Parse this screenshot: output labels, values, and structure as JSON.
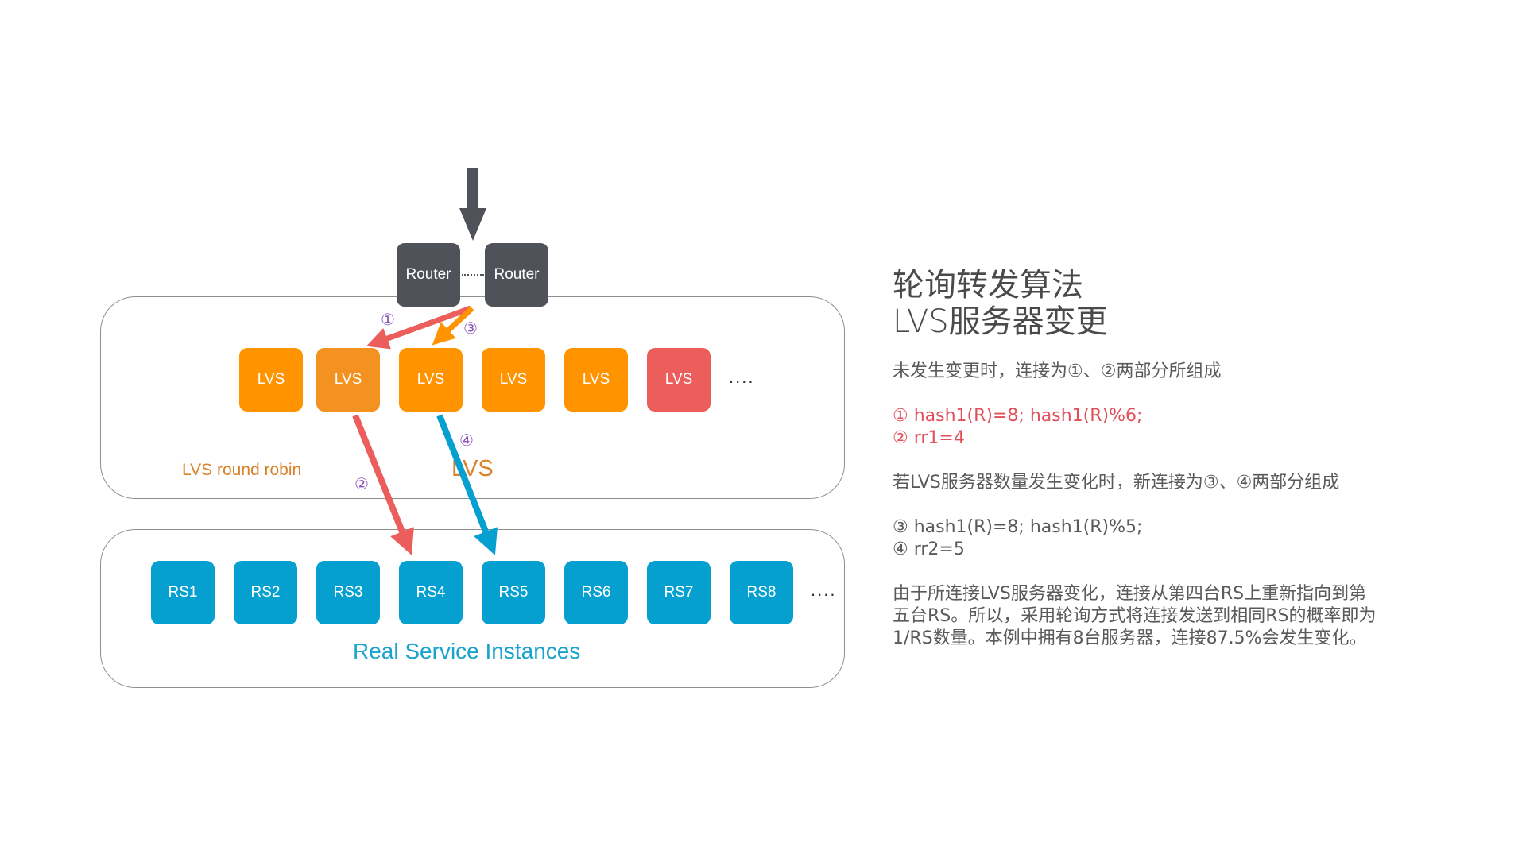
{
  "diagram": {
    "routers": [
      "Router",
      "Router"
    ],
    "lvs_nodes": [
      {
        "label": "LVS",
        "state": "normal"
      },
      {
        "label": "LVS",
        "state": "selected"
      },
      {
        "label": "LVS",
        "state": "normal"
      },
      {
        "label": "LVS",
        "state": "normal"
      },
      {
        "label": "LVS",
        "state": "normal"
      },
      {
        "label": "LVS",
        "state": "failed"
      }
    ],
    "lvs_ellipsis": "....",
    "lvs_group_label": "LVS round robin",
    "lvs_center_label": "LVS",
    "rs_nodes": [
      "RS1",
      "RS2",
      "RS3",
      "RS4",
      "RS5",
      "RS6",
      "RS7",
      "RS8"
    ],
    "rs_ellipsis": "....",
    "rs_group_label": "Real Service Instances",
    "markers": {
      "m1": "①",
      "m2": "②",
      "m3": "③",
      "m4": "④"
    },
    "colors": {
      "router": "#4f5258",
      "lvs": "#ff9400",
      "lvs_failed": "#ec5e5c",
      "rs": "#05a0cf",
      "path_old": "#ec5e5c",
      "path_new_top": "#ff9400",
      "path_new_bottom": "#05a0cf",
      "lvs_label": "#d9822b",
      "rs_label": "#1aa3cc"
    }
  },
  "panel": {
    "title_line1": "轮询转发算法",
    "title_line2": "LVS服务器变更",
    "before_desc": "未发生变更时，连接为①、②两部分所组成",
    "before_1": "① hash1(R)=8; hash1(R)%6;",
    "before_2": "② rr1=4",
    "after_desc": "若LVS服务器数量发生变化时，新连接为③、④两部分组成",
    "after_3": "③ hash1(R)=8; hash1(R)%5;",
    "after_4": "④ rr2=5",
    "conclusion_1": "由于所连接LVS服务器变化，连接从第四台RS上重新指向到第",
    "conclusion_2": "五台RS。所以，采用轮询方式将连接发送到相同RS的概率即为",
    "conclusion_3": "1/RS数量。本例中拥有8台服务器，连接87.5%会发生变化。"
  }
}
